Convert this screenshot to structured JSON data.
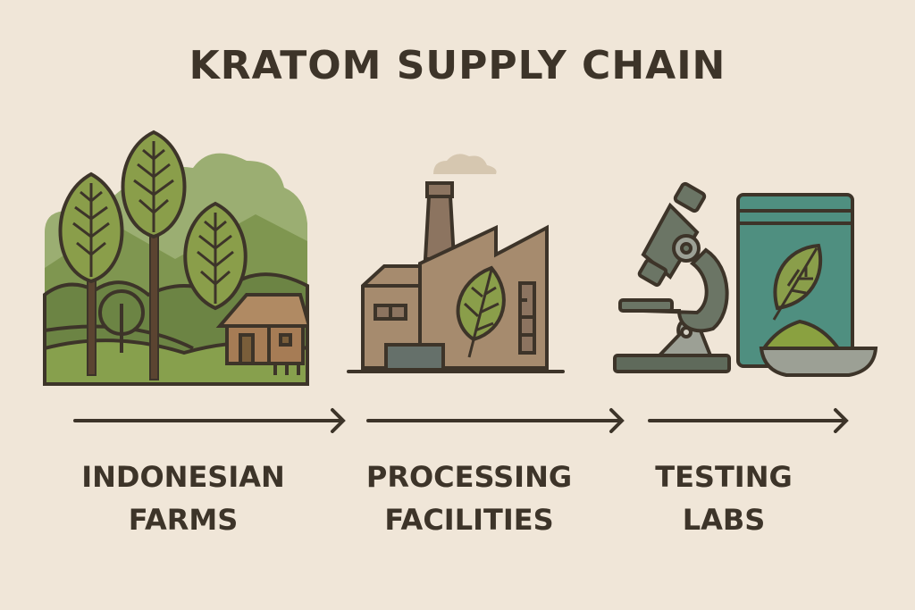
{
  "title": "KRATOM SUPPLY CHAIN",
  "colors": {
    "background": "#f0e6d8",
    "text": "#3d3429",
    "outline": "#3d3429",
    "leaf_green": "#8a9e4a",
    "forest_green": "#6f8a45",
    "factory_brown": "#a68b6e",
    "microscope_gray": "#6b7565",
    "pouch_teal": "#4f8f80",
    "powder_green": "#8aa140"
  },
  "stages": [
    {
      "id": "farms",
      "icon": "forest-farm-icon",
      "label_line1": "INDONESIAN",
      "label_line2": "FARMS"
    },
    {
      "id": "processing",
      "icon": "factory-icon",
      "label_line1": "PROCESSING",
      "label_line2": "FACILITIES"
    },
    {
      "id": "testing",
      "icon": "microscope-pouch-icon",
      "label_line1": "TESTING",
      "label_line2": "LABS"
    }
  ],
  "arrows": [
    "arrow-right-icon",
    "arrow-right-icon",
    "arrow-right-icon"
  ]
}
